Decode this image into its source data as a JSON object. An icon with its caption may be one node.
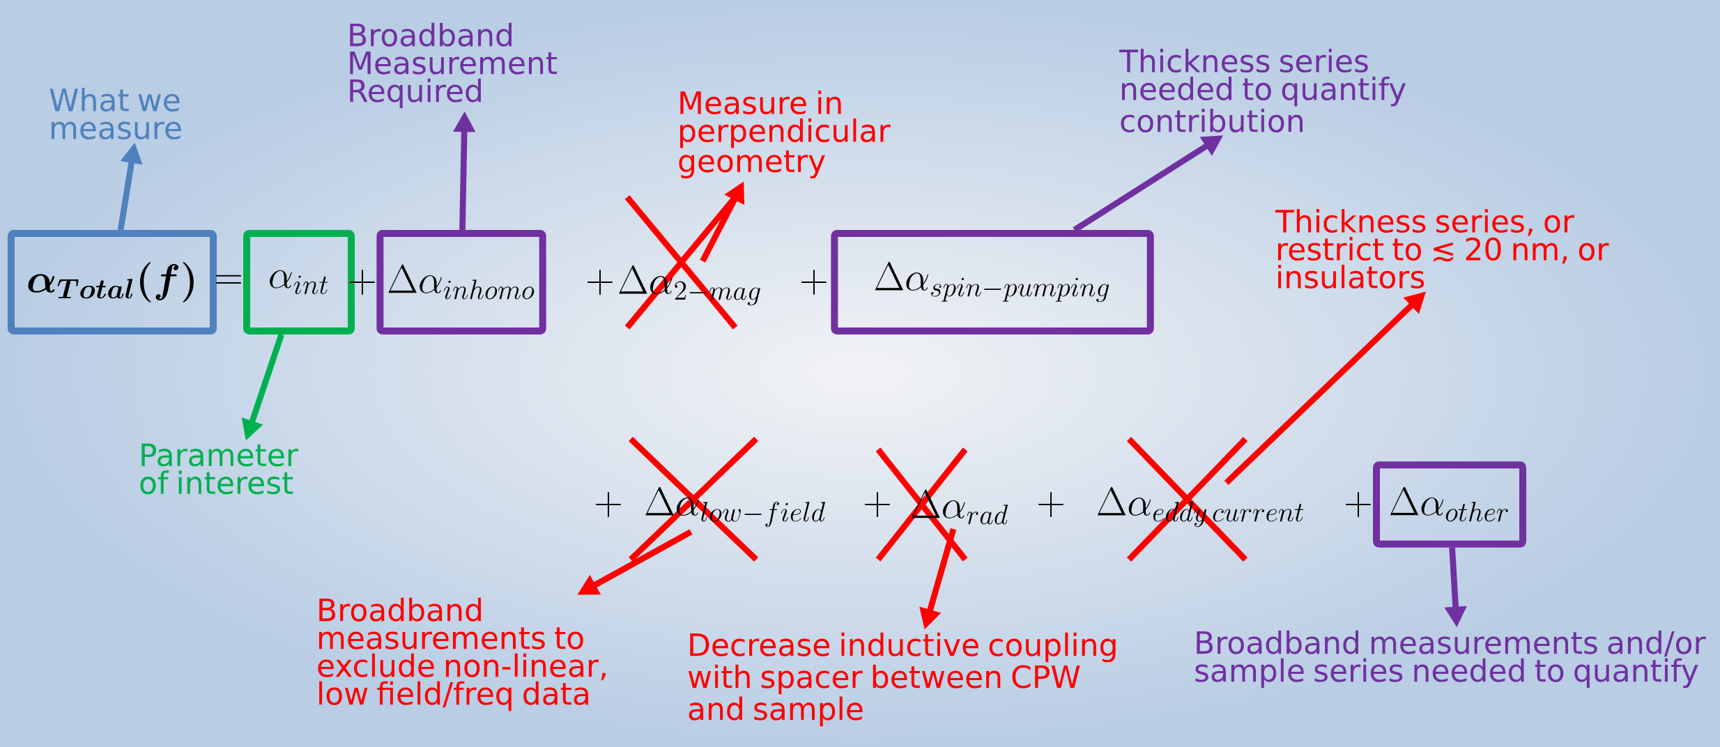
{
  "diagram": {
    "nodes": [
      {
        "text": [
          "\\bm{\\alpha_{Total}(f)}"
        ]
      },
      {
        "text": [
          "What we measure"
        ]
      },
      {
        "text": [
          "\\alpha_{int}"
        ]
      },
      {
        "text": [
          "Parameter of interest"
        ]
      },
      {
        "text": [
          "\\Delta\\alpha_{inhomo}"
        ]
      },
      {
        "text": [
          "Broadband Measurement Required"
        ]
      },
      {
        "text": [
          "\\Delta\\alpha_{2-mag}"
        ]
      },
      {
        "text": [
          "Measure in perpendicular geometry"
        ]
      },
      {
        "text": [
          "\\Delta\\alpha_{spin-pumping}"
        ]
      },
      {
        "text": [
          "Thickness series needed to quantify contribution"
        ]
      },
      {
        "text": [
          "\\Delta\\alpha_{low-field}"
        ]
      },
      {
        "text": [
          "Broadband measurements to exclude non-linear, low field/freq data"
        ]
      },
      {
        "text": [
          "\\Delta\\alpha_{rad}"
        ]
      },
      {
        "text": [
          "Decrease inductive coupling with spacer between CPW and sample"
        ]
      },
      {
        "text": [
          "\\Delta\\alpha_{eddy\\,current}"
        ]
      },
      {
        "text": [
          "Thickness series, or restrict to ≲ 20 nm, or insulators"
        ]
      },
      {
        "text": [
          "\\Delta\\alpha_{other}"
        ]
      },
      {
        "text": [
          "Broadband measurements and/or sample series needed to quantify"
        ]
      }
    ],
    "edges": [
      {
        "from": 0,
        "to": 1,
        "arrow": "to",
        "color": "#4f81bd"
      },
      {
        "from": 2,
        "to": 3,
        "arrow": "to",
        "color": "#00b050"
      },
      {
        "from": 4,
        "to": 5,
        "arrow": "to",
        "color": "#7030a0"
      },
      {
        "from": 6,
        "to": 7,
        "arrow": "to"
      },
      {
        "from": 8,
        "to": 9,
        "arrow": "to",
        "color": "#7030a0"
      },
      {
        "from": 10,
        "to": 11,
        "arrow": "to"
      },
      {
        "from": 12,
        "to": 13,
        "arrow": "to"
      },
      {
        "from": 14,
        "to": 15,
        "arrow": "to"
      },
      {
        "from": 16,
        "to": 17,
        "arrow": "to",
        "color": "#7030a0"
      }
    ],
    "labels": [
      "=",
      "+",
      "+",
      "+",
      "+",
      "+",
      "+",
      "+"
    ]
  }
}
